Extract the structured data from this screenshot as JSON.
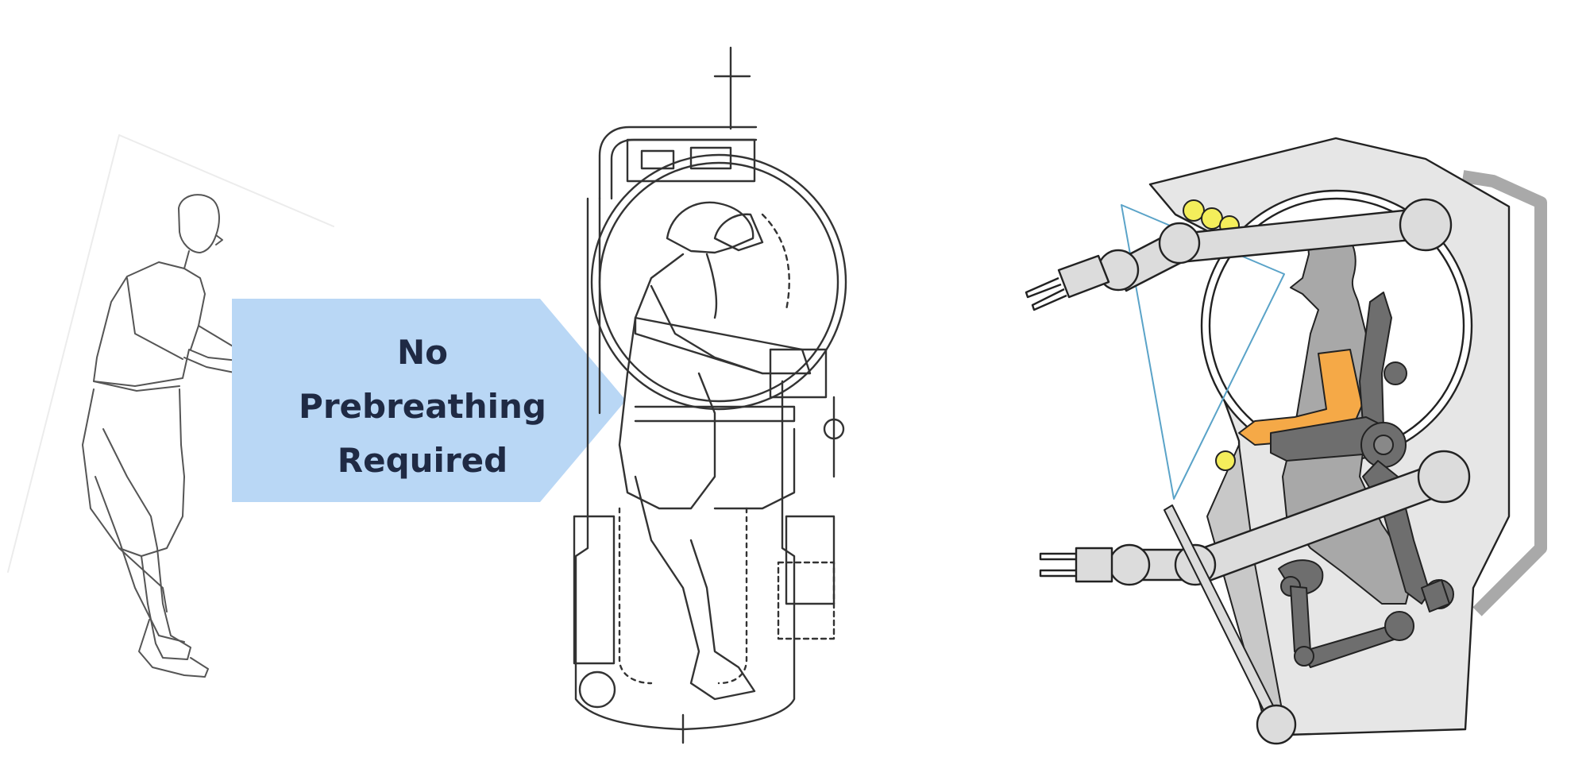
{
  "arrow": {
    "lines": [
      "No",
      "Prebreathing",
      "Required"
    ]
  },
  "figures": {
    "left": "person-in-shirtsleeves",
    "middle": "hard-shell-capsule-cutaway",
    "right": "robotic-capsule-with-manipulator-arms"
  },
  "colors": {
    "arrow_fill": "#b9d7f5",
    "arrow_text": "#1f2a44",
    "capsule_fill": "#e6e6e6",
    "arm_fill": "#dcdcdc",
    "body_fill": "#a8a8a8",
    "seat_fill": "#6e6e6e",
    "highlight_orange": "#f5a947",
    "highlight_yellow": "#f4ee5b",
    "view_cone": "#5aa3c8"
  }
}
